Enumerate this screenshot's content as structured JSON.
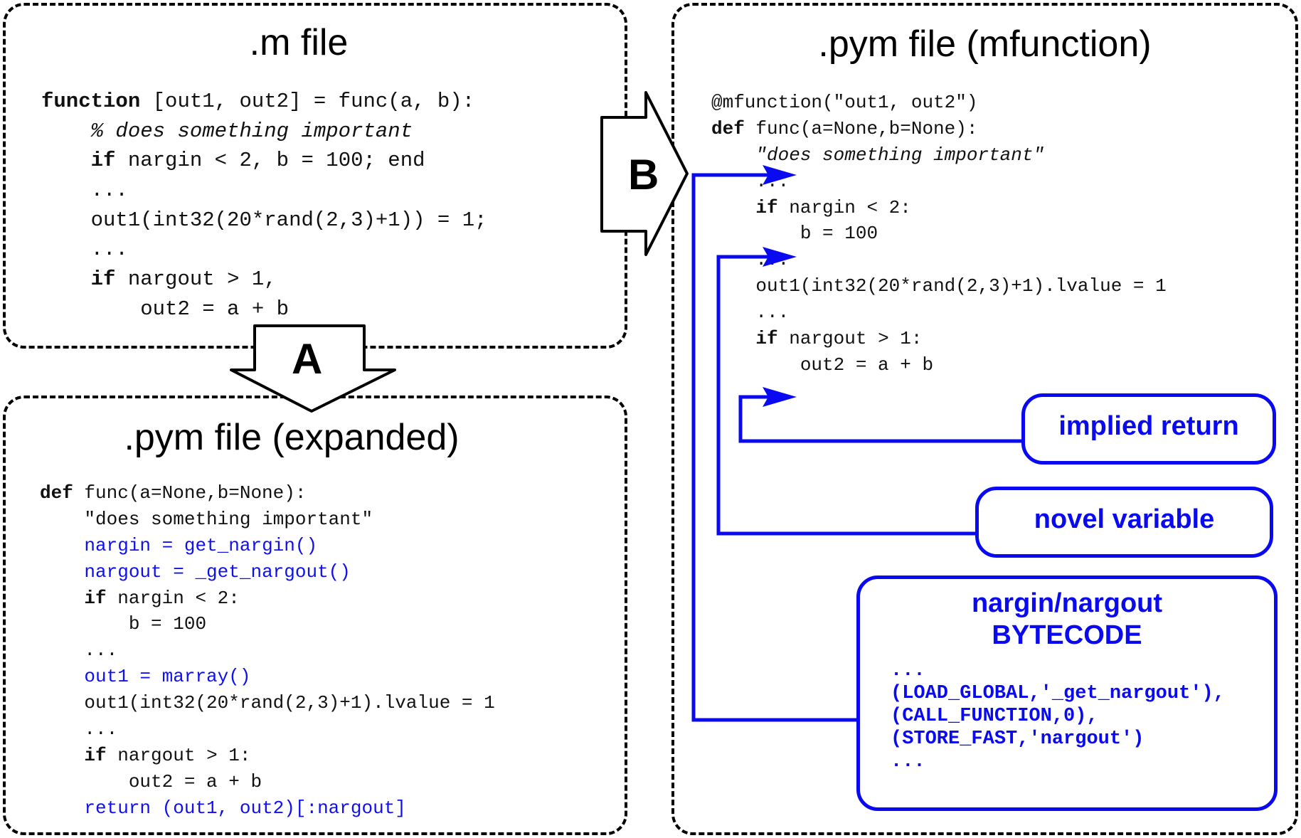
{
  "panels": {
    "m_file": {
      "title": ".m file",
      "lines": [
        {
          "indent": "",
          "parts": [
            {
              "t": "function",
              "s": "kw"
            },
            {
              "t": " [out1, out2] = func(a, b):",
              "s": ""
            }
          ]
        },
        {
          "indent": "    ",
          "parts": [
            {
              "t": "% does something important",
              "s": "it"
            }
          ]
        },
        {
          "indent": "    ",
          "parts": [
            {
              "t": "if",
              "s": "kw"
            },
            {
              "t": " nargin < 2, b = 100; end",
              "s": ""
            }
          ]
        },
        {
          "indent": "    ",
          "parts": [
            {
              "t": "...",
              "s": ""
            }
          ]
        },
        {
          "indent": "    ",
          "parts": [
            {
              "t": "out1(int32(20*rand(2,3)+1)) = 1;",
              "s": ""
            }
          ]
        },
        {
          "indent": "    ",
          "parts": [
            {
              "t": "...",
              "s": ""
            }
          ]
        },
        {
          "indent": "    ",
          "parts": [
            {
              "t": "if",
              "s": "kw"
            },
            {
              "t": " nargout > 1,",
              "s": ""
            }
          ]
        },
        {
          "indent": "        ",
          "parts": [
            {
              "t": "out2 = a + b",
              "s": ""
            }
          ]
        }
      ]
    },
    "pym_expanded": {
      "title": ".pym file (expanded)",
      "lines": [
        {
          "indent": "",
          "parts": [
            {
              "t": "def",
              "s": "kw"
            },
            {
              "t": " func(a=None,b=None):",
              "s": ""
            }
          ]
        },
        {
          "indent": "    ",
          "parts": [
            {
              "t": "\"does something important\"",
              "s": ""
            }
          ]
        },
        {
          "indent": "    ",
          "parts": [
            {
              "t": "nargin = get_nargin()",
              "s": "blue"
            }
          ]
        },
        {
          "indent": "    ",
          "parts": [
            {
              "t": "nargout = _get_nargout()",
              "s": "blue"
            }
          ]
        },
        {
          "indent": "    ",
          "parts": [
            {
              "t": "if",
              "s": "kw"
            },
            {
              "t": " nargin < 2:",
              "s": ""
            }
          ]
        },
        {
          "indent": "        ",
          "parts": [
            {
              "t": "b = 100",
              "s": ""
            }
          ]
        },
        {
          "indent": "    ",
          "parts": [
            {
              "t": "...",
              "s": ""
            }
          ]
        },
        {
          "indent": "    ",
          "parts": [
            {
              "t": "out1 = marray()",
              "s": "blue"
            }
          ]
        },
        {
          "indent": "    ",
          "parts": [
            {
              "t": "out1(int32(20*rand(2,3)+1).lvalue = 1",
              "s": ""
            }
          ]
        },
        {
          "indent": "    ",
          "parts": [
            {
              "t": "...",
              "s": ""
            }
          ]
        },
        {
          "indent": "    ",
          "parts": [
            {
              "t": "if",
              "s": "kw"
            },
            {
              "t": " nargout > 1:",
              "s": ""
            }
          ]
        },
        {
          "indent": "        ",
          "parts": [
            {
              "t": "out2 = a + b",
              "s": ""
            }
          ]
        },
        {
          "indent": "    ",
          "parts": [
            {
              "t": "return (out1, out2)[:nargout]",
              "s": "blue"
            }
          ]
        }
      ]
    },
    "pym_mfunction": {
      "title": ".pym file (mfunction)",
      "lines": [
        {
          "indent": "",
          "parts": [
            {
              "t": "@mfunction(\"out1, out2\")",
              "s": ""
            }
          ]
        },
        {
          "indent": "",
          "parts": [
            {
              "t": "def",
              "s": "kw"
            },
            {
              "t": " func(a=None,b=None):",
              "s": ""
            }
          ]
        },
        {
          "indent": "    ",
          "parts": [
            {
              "t": "\"does something important\"",
              "s": "it"
            }
          ]
        },
        {
          "indent": "    ",
          "parts": [
            {
              "t": "...",
              "s": ""
            }
          ]
        },
        {
          "indent": "    ",
          "parts": [
            {
              "t": "if",
              "s": "kw"
            },
            {
              "t": " nargin < 2:",
              "s": ""
            }
          ]
        },
        {
          "indent": "        ",
          "parts": [
            {
              "t": "b = 100",
              "s": ""
            }
          ]
        },
        {
          "indent": "    ",
          "parts": [
            {
              "t": "...",
              "s": ""
            }
          ]
        },
        {
          "indent": "    ",
          "parts": [
            {
              "t": "out1(int32(20*rand(2,3)+1).lvalue = 1",
              "s": ""
            }
          ]
        },
        {
          "indent": "    ",
          "parts": [
            {
              "t": "...",
              "s": ""
            }
          ]
        },
        {
          "indent": "    ",
          "parts": [
            {
              "t": "if",
              "s": "kw"
            },
            {
              "t": " nargout > 1:",
              "s": ""
            }
          ]
        },
        {
          "indent": "        ",
          "parts": [
            {
              "t": "out2 = a + b",
              "s": ""
            }
          ]
        }
      ]
    }
  },
  "arrows": {
    "a_label": "A",
    "b_label": "B"
  },
  "callouts": {
    "implied_return": "implied return",
    "novel_variable": "novel variable",
    "bytecode_title_1": "nargin/nargout",
    "bytecode_title_2": "BYTECODE",
    "bytecode_lines": [
      "...",
      "(LOAD_GLOBAL,'_get_nargout'),",
      "(CALL_FUNCTION,0),",
      "(STORE_FAST,'nargout')",
      "..."
    ]
  },
  "colors": {
    "code_blue": "#1010ee",
    "callout_blue": "#0a0af0",
    "border": "#000000"
  }
}
